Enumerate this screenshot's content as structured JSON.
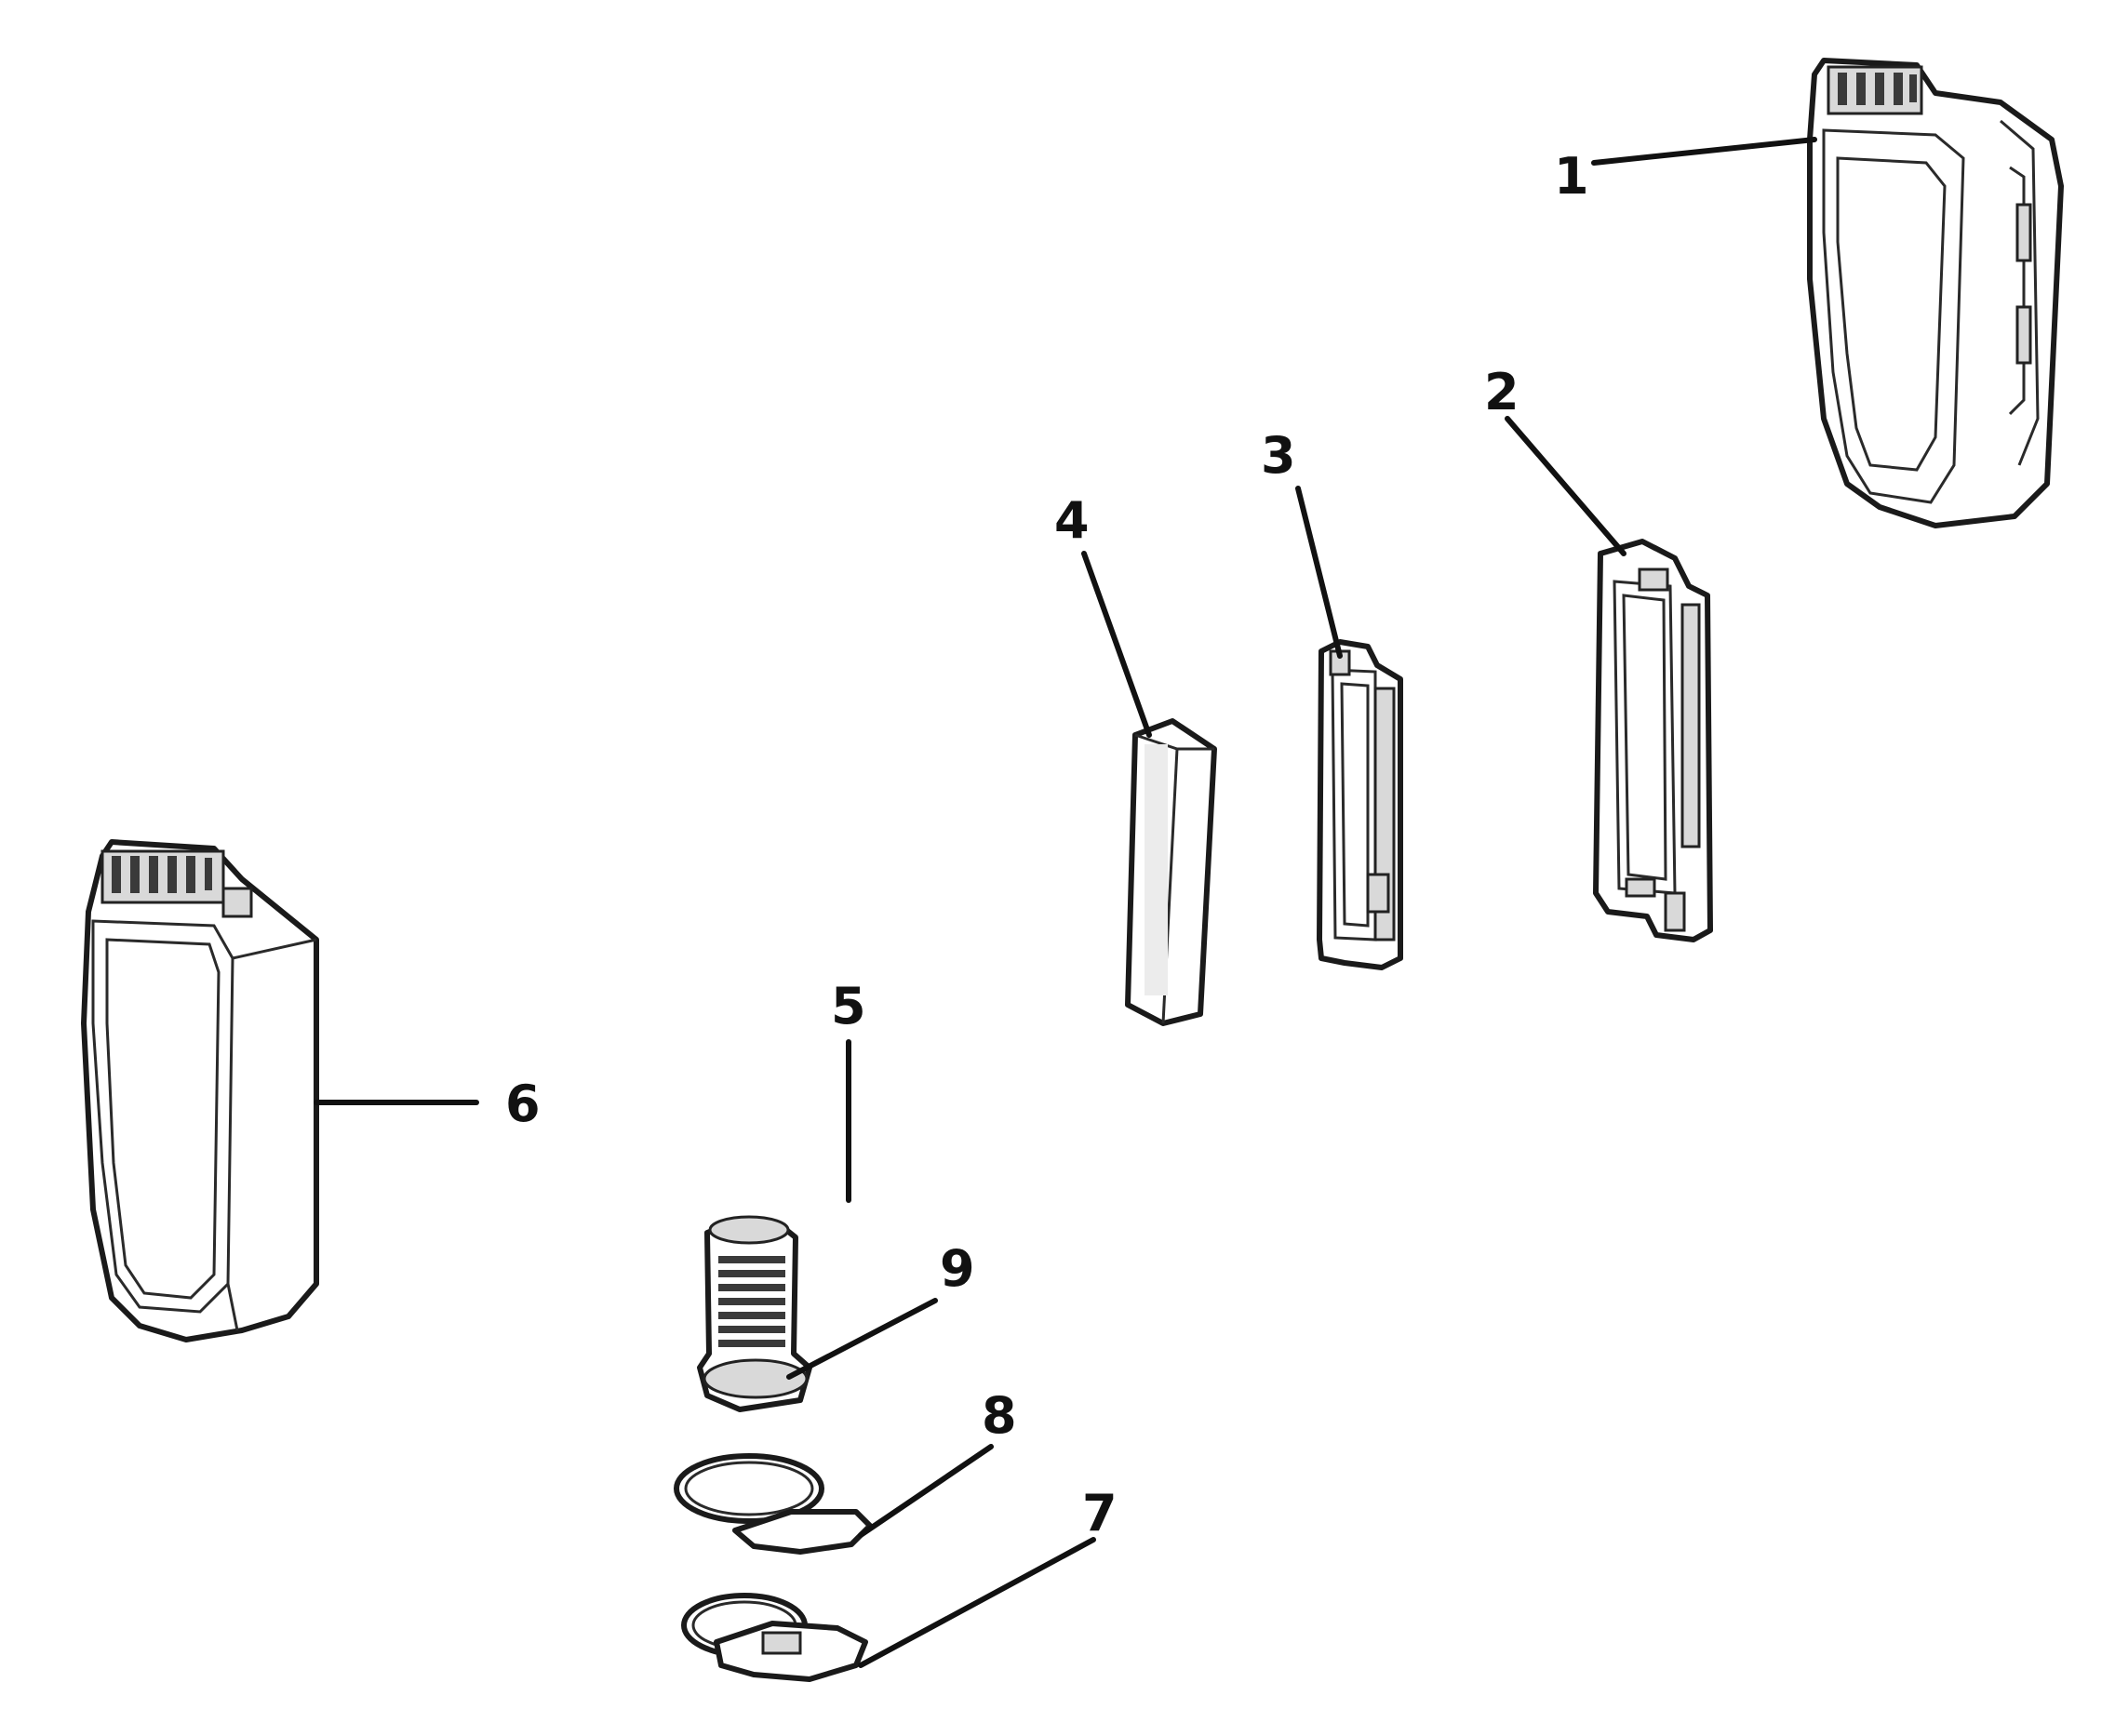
{
  "diagram": {
    "background": "#ffffff",
    "line_color": "#111111",
    "parts": [
      {
        "id": "part-1",
        "label": "1"
      },
      {
        "id": "part-2",
        "label": "2"
      },
      {
        "id": "part-3",
        "label": "3"
      },
      {
        "id": "part-4",
        "label": "4"
      },
      {
        "id": "part-5",
        "label": "5"
      },
      {
        "id": "part-6",
        "label": "6"
      },
      {
        "id": "part-7",
        "label": "7"
      },
      {
        "id": "part-8",
        "label": "8"
      },
      {
        "id": "part-9",
        "label": "9"
      }
    ]
  }
}
